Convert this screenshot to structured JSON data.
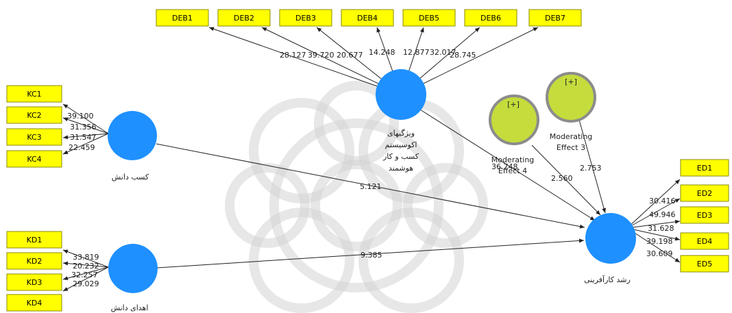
{
  "colors": {
    "latent_fill": "#1e90ff",
    "moderating_fill": "#c5dc3c",
    "moderating_stroke": "#8c8c8c",
    "indicator_fill": "#ffff00"
  },
  "latent": {
    "knowledge_acquisition": "کسب دانش",
    "knowledge_donation": "اهدای دانش",
    "ecosystem": [
      "ویژگیهای",
      "اکوسیستم",
      "کسب و کار",
      "هوشمند"
    ],
    "entrepreneurial_growth": "رشد کارآفرینی"
  },
  "moderating": {
    "effect4": [
      "Moderating",
      "Effect 4"
    ],
    "effect3": [
      "Moderating",
      "Effect 3"
    ],
    "expand_marker": "[+]"
  },
  "indicators": {
    "deb": [
      "DEB1",
      "DEB2",
      "DEB3",
      "DEB4",
      "DEB5",
      "DEB6",
      "DEB7"
    ],
    "kc": [
      "KC1",
      "KC2",
      "KC3",
      "KC4"
    ],
    "kd": [
      "KD1",
      "KD2",
      "KD3",
      "KD4"
    ],
    "ed": [
      "ED1",
      "ED2",
      "ED3",
      "ED4",
      "ED5"
    ]
  },
  "loadings": {
    "deb": [
      "28.127",
      "39.720",
      "20.677",
      "14.248",
      "12.877",
      "32.017",
      "28.745"
    ],
    "kc": [
      "39.100",
      "31.356",
      "31.547",
      "22.459"
    ],
    "kd": [
      "33.819",
      "20.232",
      "32.257",
      "29.029"
    ],
    "ed": [
      "30.416",
      "49.946",
      "31.628",
      "39.198",
      "30.609"
    ]
  },
  "paths": {
    "kc_to_ed": "5.121",
    "kd_to_ed": "9.385",
    "deb_to_ed": "36.748",
    "mod4_to_ed": "2.560",
    "mod3_to_ed": "2.753"
  }
}
